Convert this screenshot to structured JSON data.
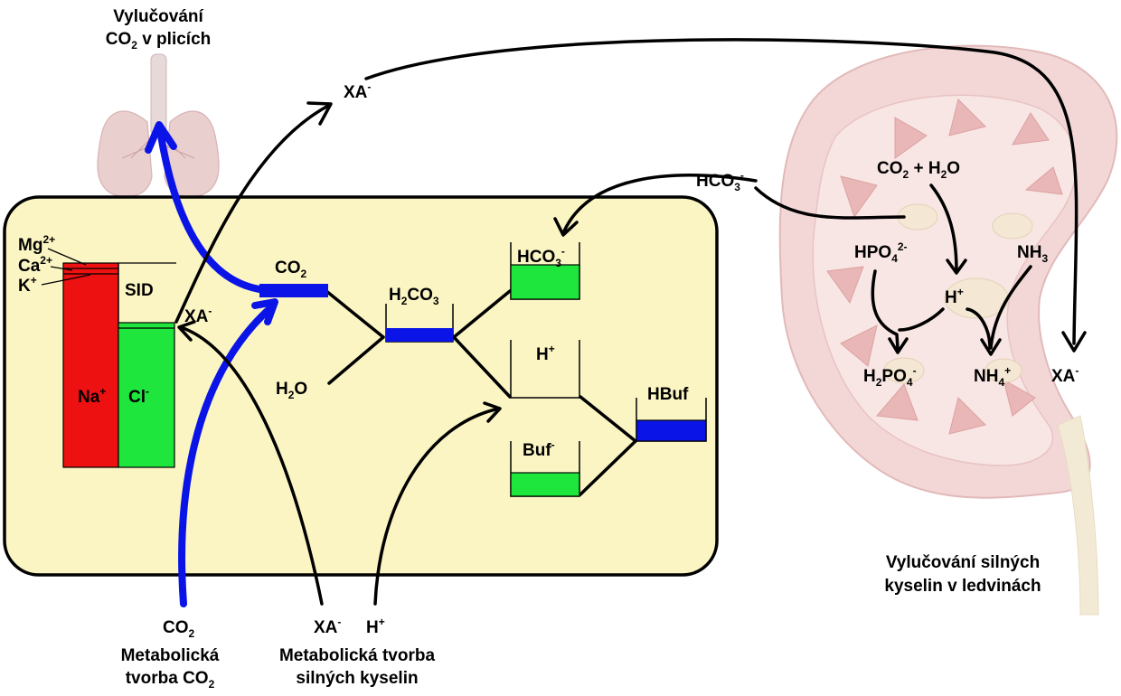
{
  "titles": {
    "lungs": [
      "Vylučování",
      "CO",
      "2",
      " v plicích"
    ],
    "kidney": [
      "Vylučování silných",
      "kyselin v ledvinách"
    ],
    "metabolic_co2": [
      "Metabolická",
      "tvorba CO",
      "2"
    ],
    "metabolic_acids": [
      "Metabolická tvorba",
      "silných kyselin"
    ]
  },
  "cell": {
    "sid_label": "SID",
    "ions_left": {
      "mg": "Mg",
      "mg_charge": "2+",
      "ca": "Ca",
      "ca_charge": "2+",
      "k": "K",
      "k_charge": "+"
    },
    "na": {
      "text": "Na",
      "charge": "+"
    },
    "cl": {
      "text": "Cl",
      "charge": "-"
    },
    "xa_in_cell": {
      "text": "XA",
      "charge": "-"
    },
    "co2": {
      "text": "CO",
      "sub": "2"
    },
    "h2co3": {
      "a": "H",
      "a_sub": "2",
      "b": "CO",
      "b_sub": "3"
    },
    "hco3": {
      "text": "HCO",
      "sub": "3",
      "charge": "-"
    },
    "h_plus": {
      "text": "H",
      "charge": "+"
    },
    "h2o": {
      "text": "H",
      "sub": "2",
      "end": "O"
    },
    "buf": {
      "text": "Buf",
      "charge": "-"
    },
    "hbuf": "HBuf"
  },
  "top": {
    "xa": {
      "text": "XA",
      "charge": "-"
    }
  },
  "middle": {
    "hco3": {
      "text": "HCO",
      "sub": "3",
      "charge": "-"
    }
  },
  "bottom": {
    "co2": {
      "text": "CO",
      "sub": "2"
    },
    "xa": {
      "text": "XA",
      "charge": "-"
    },
    "h": {
      "text": "H",
      "charge": "+"
    }
  },
  "kidney_species": {
    "co2_h2o": {
      "a": "CO",
      "a_sub": "2",
      "mid": " + H",
      "mid_sub": "2",
      "end": "O"
    },
    "hpo4": {
      "text": "HPO",
      "sub": "4",
      "charge": "2-"
    },
    "nh3": {
      "text": "NH",
      "sub": "3"
    },
    "h": {
      "text": "H",
      "charge": "+"
    },
    "h2po4": {
      "a": "H",
      "a_sub": "2",
      "b": "PO",
      "b_sub": "4",
      "charge": "-"
    },
    "nh4": {
      "text": "NH",
      "sub": "4",
      "charge": "+"
    },
    "xa": {
      "text": "XA",
      "charge": "-"
    }
  },
  "colors": {
    "cell_fill": "#fbf5c4",
    "blue": "#0a14e6",
    "green": "#1ee63c",
    "red": "#ee1111",
    "kidney_pink": "#f1d4d4",
    "lung_pink": "#eacfcf"
  }
}
